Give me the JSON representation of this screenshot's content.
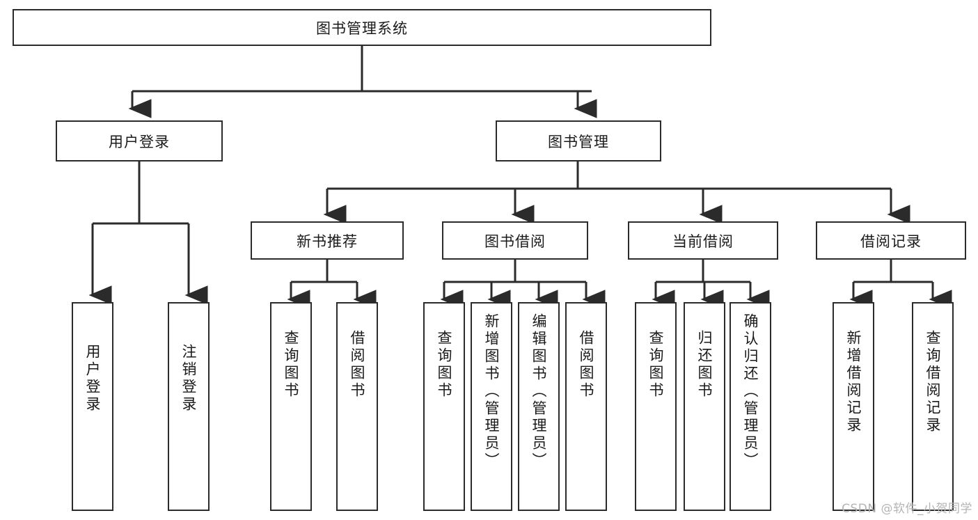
{
  "diagram": {
    "title": "图书管理系统",
    "type": "tree-hierarchy",
    "root": {
      "label": "图书管理系统"
    },
    "level2": [
      {
        "label": "用户登录"
      },
      {
        "label": "图书管理"
      }
    ],
    "level3": [
      {
        "label": "新书推荐"
      },
      {
        "label": "图书借阅"
      },
      {
        "label": "当前借阅"
      },
      {
        "label": "借阅记录"
      }
    ],
    "leaves": [
      {
        "label": "用户登录"
      },
      {
        "label": "注销登录"
      },
      {
        "label": "查询图书"
      },
      {
        "label": "借阅图书"
      },
      {
        "label": "查询图书"
      },
      {
        "label": "新增图书（管理员）"
      },
      {
        "label": "编辑图书（管理员）"
      },
      {
        "label": "借阅图书"
      },
      {
        "label": "查询图书"
      },
      {
        "label": "归还图书"
      },
      {
        "label": "确认归还（管理员）"
      },
      {
        "label": "新增借阅记录"
      },
      {
        "label": "查询借阅记录"
      }
    ]
  },
  "watermark": {
    "text": "CSDN @软件_小贺同学"
  },
  "colors": {
    "stroke": "#2b2b2b",
    "background": "#ffffff",
    "text": "#1a1a1a",
    "watermark": "#b4b4b4"
  }
}
